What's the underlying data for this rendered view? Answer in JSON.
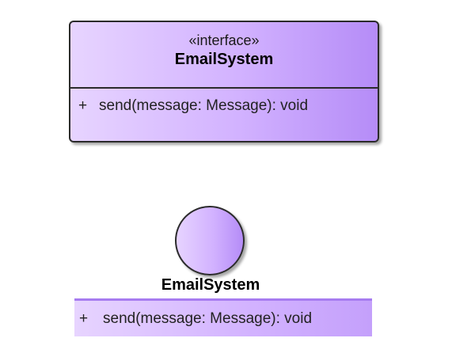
{
  "interface_box": {
    "stereotype": "«interface»",
    "name": "EmailSystem",
    "operations": [
      {
        "visibility": "+",
        "signature": "send(message: Message): void"
      }
    ]
  },
  "lollipop": {
    "name": "EmailSystem",
    "operations": [
      {
        "visibility": "+",
        "signature": "send(message: Message): void"
      }
    ]
  },
  "colors": {
    "fill_light": "#e7d4ff",
    "fill_dark": "#b58cf7",
    "border": "#2b2b2b",
    "separator": "#a77cf0"
  }
}
